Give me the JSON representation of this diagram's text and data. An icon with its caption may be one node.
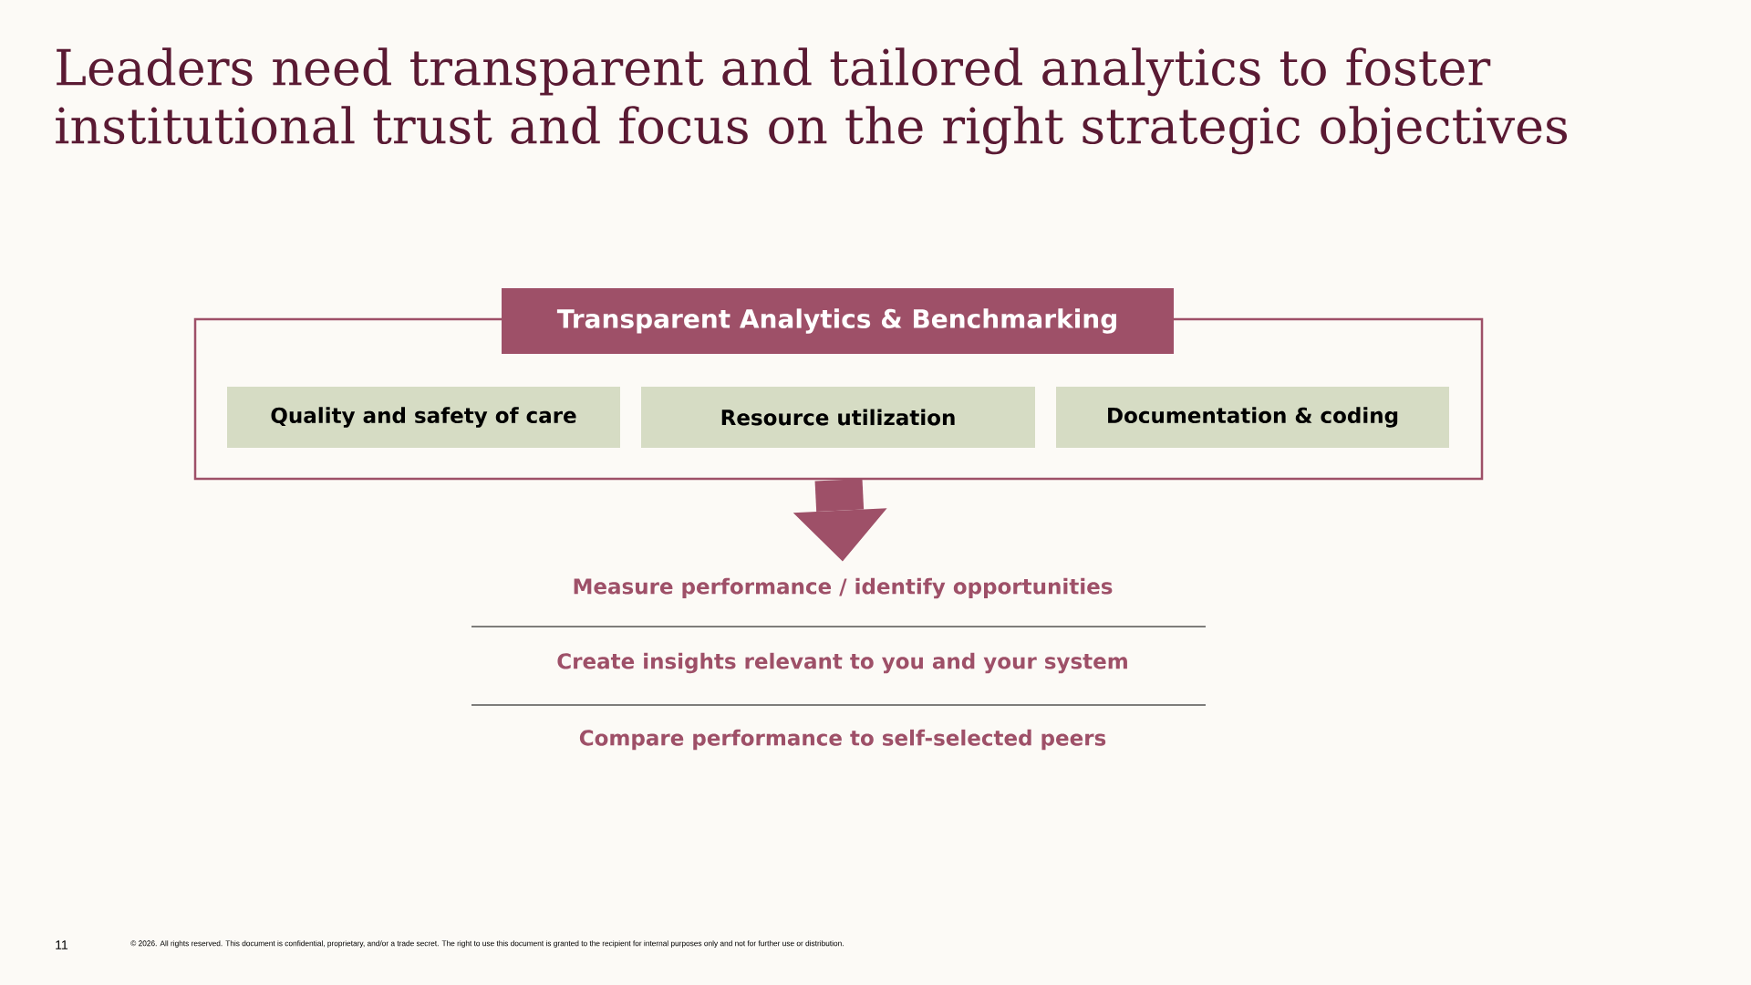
{
  "diagram": {
    "title": "Leaders need transparent and tailored analytics to foster institutional trust and focus on the right strategic objectives",
    "nodes": [
      {
        "text": [
          "Transparent Analytics & Benchmarking"
        ]
      },
      {
        "text": [
          "Quality and safety of care"
        ],
        "in": 0
      },
      {
        "text": [
          "Resource utilization"
        ],
        "in": 0
      },
      {
        "text": [
          "Documentation & coding"
        ],
        "in": 0
      },
      {
        "text": [
          "Measure performance / identify opportunities"
        ]
      },
      {
        "text": [
          "Create insights relevant to you and your system"
        ]
      },
      {
        "text": [
          "Compare performance to self-selected peers"
        ]
      }
    ],
    "edges": [
      {
        "from": 0,
        "to": 4,
        "arrow": "to"
      }
    ],
    "labels": [
      "11",
      "© 2026. All rights reserved. This document is confidential, proprietary, and/or a trade secret. The right to use this document is granted to the recipient for internal purposes only and not for further use or distribution."
    ]
  }
}
